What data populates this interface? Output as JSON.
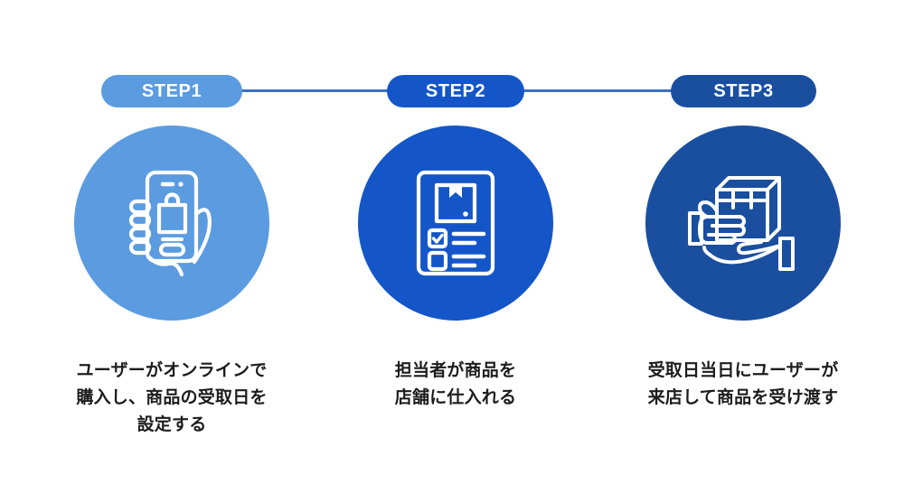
{
  "diagram": {
    "title": "3-step purchase and pickup flow",
    "background_color": "#ffffff",
    "connector_color": "#3a72c4",
    "caption_color": "#1c1c1c",
    "connectors": [
      {
        "name": "connector-step1-step2"
      },
      {
        "name": "connector-step2-step3"
      }
    ],
    "steps": [
      {
        "badge_label": "STEP1",
        "badge_color": "#5b9be0",
        "circle_color": "#5b9be0",
        "icon": "hand-holding-smartphone-shopping-bag-icon",
        "caption": "ユーザーがオンラインで\n購入し、商品の受取日を\n設定する"
      },
      {
        "badge_label": "STEP2",
        "badge_color": "#1456c8",
        "circle_color": "#1456c8",
        "icon": "checklist-document-package-icon",
        "caption": "担当者が商品を\n店舗に仕入れる"
      },
      {
        "badge_label": "STEP3",
        "badge_color": "#1a4fa0",
        "circle_color": "#1a4fa0",
        "icon": "hands-exchanging-package-icon",
        "caption": "受取日当日にユーザーが\n来店して商品を受け渡す"
      }
    ]
  }
}
